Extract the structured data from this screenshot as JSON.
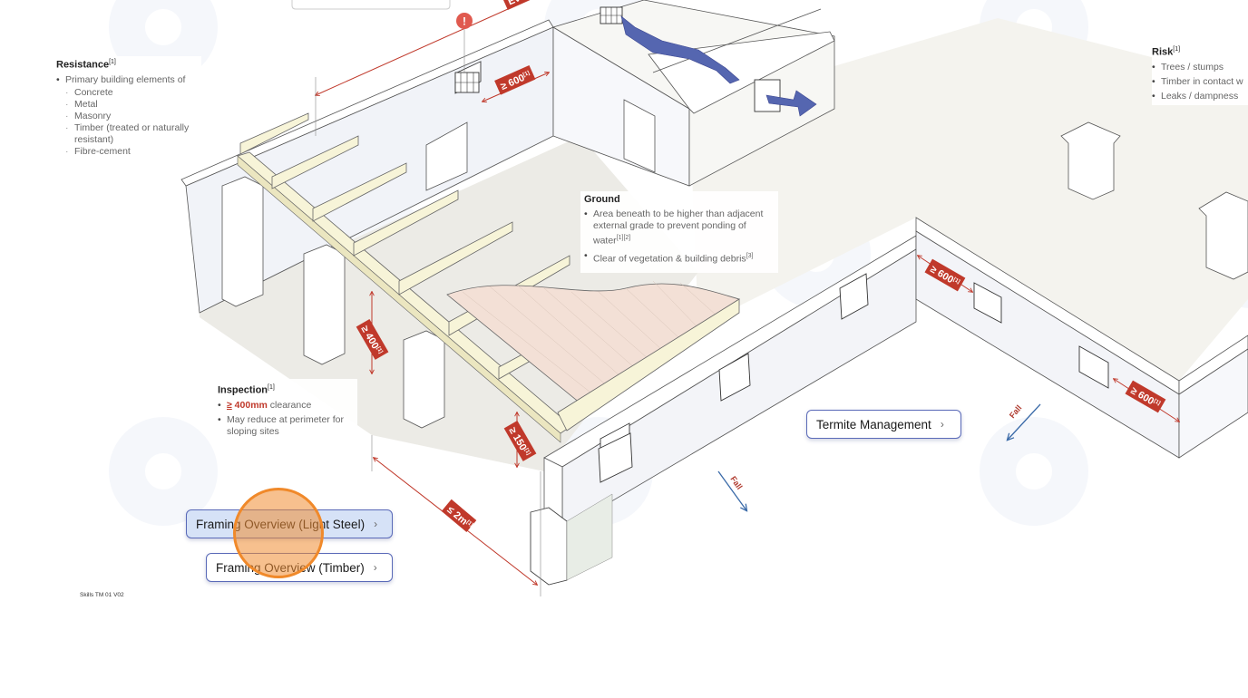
{
  "diagram": {
    "title_fragment_top": "Eve",
    "dimensions": {
      "vent_spacing_top": "≥ 600",
      "vent_spacing_right_1": "≥ 600",
      "vent_spacing_right_2": "≥ 600",
      "clearance_400": "≥ 400",
      "clearance_150": "≥ 150",
      "max_2m": "≤ 2m",
      "ref": "[1]"
    },
    "fall_labels": [
      "Fall",
      "Fall"
    ],
    "alert_icon": "!"
  },
  "notes": {
    "resistance": {
      "title": "Resistance",
      "ref": "[1]",
      "intro": "Primary building elements of",
      "items": [
        "Concrete",
        "Metal",
        "Masonry",
        "Timber (treated or naturally resistant)",
        "Fibre-cement"
      ]
    },
    "risk": {
      "title": "Risk",
      "ref": "[1]",
      "items": [
        "Trees / stumps",
        "Timber in contact w",
        "Leaks / dampness"
      ]
    },
    "ground": {
      "title": "Ground",
      "items": [
        {
          "text": "Area beneath to be higher than adjacent external grade to prevent ponding of water",
          "ref": "[1][2]"
        },
        {
          "text": "Clear of vegetation & building debris",
          "ref": "[3]"
        }
      ]
    },
    "inspection": {
      "title": "Inspection",
      "ref": "[1]",
      "item1_emphasis_ge": "≥",
      "item1_emphasis": " 400mm",
      "item1_rest": " clearance",
      "item2": "May reduce at perimeter for sloping sites"
    }
  },
  "buttons": {
    "framing_light_steel": "Framing Overview (Light Steel)",
    "framing_timber": "Framing Overview (Timber)",
    "termite_management": "Termite Management",
    "chevron": "›"
  },
  "footer": {
    "code": "Skills TM 01 V02"
  },
  "colors": {
    "dimension_red": "#c0392b",
    "airflow_blue": "#5566b0",
    "timber_cream": "#f7f4d8",
    "floor_pink": "#f3e0d6",
    "button_border": "#5a6ab8",
    "active_button_bg": "#d6e2f7",
    "cursor_orange": "#f0892a"
  }
}
